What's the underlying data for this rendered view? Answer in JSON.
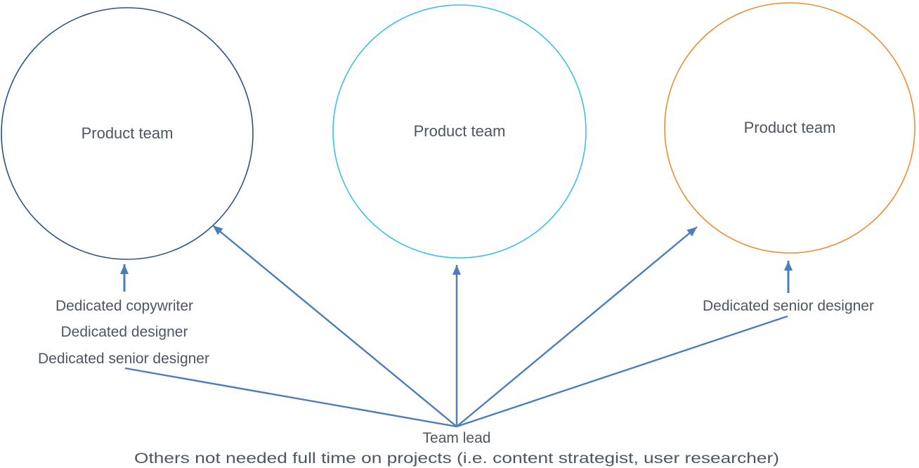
{
  "diagram": {
    "circles": [
      {
        "label": "Product team",
        "color": "#2a547d"
      },
      {
        "label": "Product team",
        "color": "#3ac1e5"
      },
      {
        "label": "Product team",
        "color": "#ef8d2d"
      }
    ],
    "left_roles": [
      "Dedicated copywriter",
      "Dedicated designer",
      "Dedicated senior designer"
    ],
    "right_role": "Dedicated senior designer",
    "team_lead": "Team lead",
    "note": "Others not needed full time on projects  (i.e. content strategist, user researcher)",
    "colors": {
      "arrow": "#4b7dbd",
      "text": "#4d5661"
    }
  }
}
